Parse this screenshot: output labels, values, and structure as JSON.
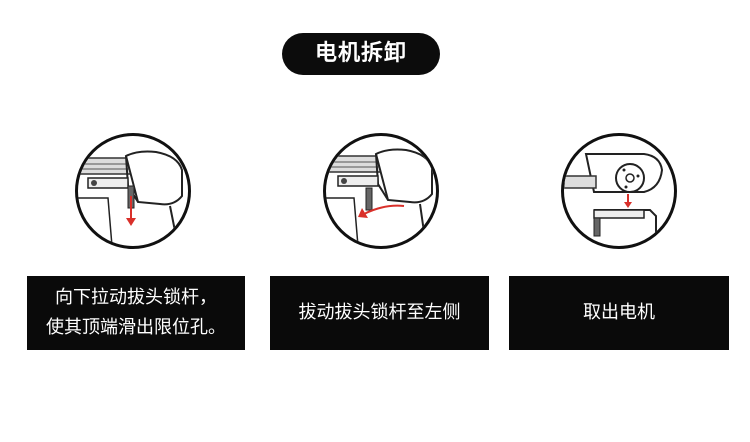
{
  "header": {
    "title": "电机拆卸"
  },
  "steps": [
    {
      "icon": "pull-down-lock-pin-illustration",
      "lines": [
        "向下拉动拔头锁杆，",
        "使其顶端滑出限位孔。"
      ]
    },
    {
      "icon": "move-lock-pin-left-illustration",
      "lines": [
        "拔动拔头锁杆至左侧"
      ]
    },
    {
      "icon": "remove-motor-illustration",
      "lines": [
        "取出电机"
      ]
    }
  ],
  "colors": {
    "background": "#ffffff",
    "panel": "#0a0a0a",
    "text_on_dark": "#ffffff",
    "arrow": "#d9302a"
  }
}
